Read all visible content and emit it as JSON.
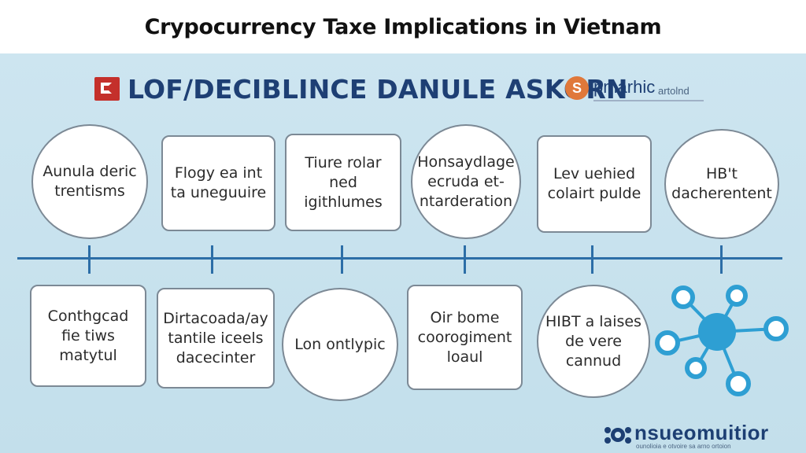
{
  "title": "Crypocurrency Taxe Implications in Vietnam",
  "header": {
    "main_text": "LOF/DECIBLINCE DANULE ASKORN",
    "partner_icon_glyph": "S",
    "partner_name": "pmarhic",
    "partner_suffix": "artolnd"
  },
  "top_row": [
    {
      "shape": "circle",
      "text": "Aunula deric trentisms"
    },
    {
      "shape": "box",
      "text": "Flogy ea int ta uneguuire"
    },
    {
      "shape": "box",
      "text": "Tiure rolar ned igithlumes"
    },
    {
      "shape": "circle",
      "text": "Honsaydlage ecruda et-ntarderation"
    },
    {
      "shape": "box",
      "text": "Lev uehied colairt pulde"
    },
    {
      "shape": "circle",
      "text": "HB't dacherentent"
    }
  ],
  "bottom_row": [
    {
      "shape": "box",
      "text": "Conthgcad fie tiws matytul"
    },
    {
      "shape": "box",
      "text": "Dirtacoada/ay tantile iceels dacecinter"
    },
    {
      "shape": "circle",
      "text": "Lon ontlypic"
    },
    {
      "shape": "box",
      "text": "Oir bome coorogiment loaul"
    },
    {
      "shape": "circle",
      "text": "HIBT a laises de vere cannud"
    }
  ],
  "footer": {
    "brand": "nsueomuitior",
    "tagline": "ounolioia e otvoire sa arno ortoion"
  },
  "colors": {
    "background": "#cfe6f1",
    "timeline": "#2c6ea7",
    "header_text": "#1e3f74",
    "network_node": "#2e9fd3",
    "logo_red": "#c4302b",
    "partner_orange": "#e0783a"
  },
  "icons": [
    "brand-logo-icon",
    "partner-logo-icon",
    "network-icon",
    "footer-logo-icon"
  ]
}
